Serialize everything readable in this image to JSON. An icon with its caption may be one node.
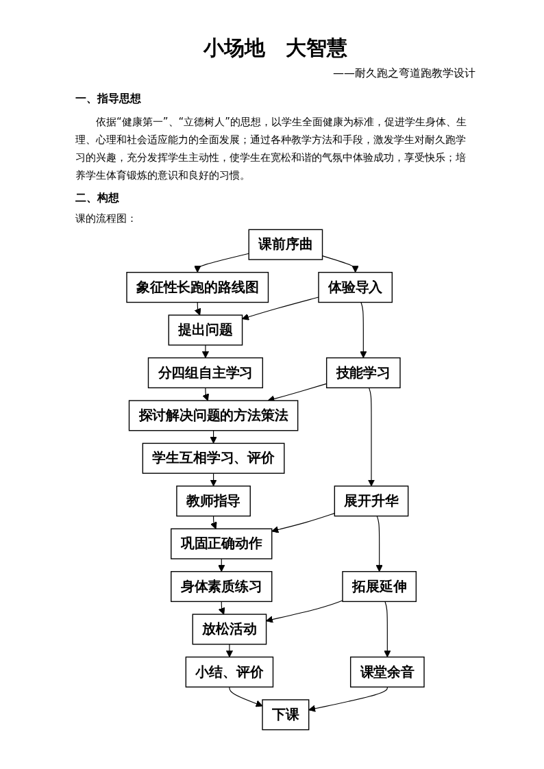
{
  "diagram": {
    "title": "小场地　大智慧",
    "nodes": [
      {
        "text": [
          "课前序曲"
        ]
      },
      {
        "text": [
          "象征性长跑的路线图"
        ]
      },
      {
        "text": [
          "体验导入"
        ]
      },
      {
        "text": [
          "提出问题"
        ]
      },
      {
        "text": [
          "分四组自主学习"
        ]
      },
      {
        "text": [
          "技能学习"
        ]
      },
      {
        "text": [
          "探讨解决问题的方法策法"
        ]
      },
      {
        "text": [
          "学生互相学习、评价"
        ]
      },
      {
        "text": [
          "教师指导"
        ]
      },
      {
        "text": [
          "展开升华"
        ]
      },
      {
        "text": [
          "巩固正确动作"
        ]
      },
      {
        "text": [
          "身体素质练习"
        ]
      },
      {
        "text": [
          "拓展延伸"
        ]
      },
      {
        "text": [
          "放松活动"
        ]
      },
      {
        "text": [
          "小结、评价"
        ]
      },
      {
        "text": [
          "课堂余音"
        ]
      },
      {
        "text": [
          "下课"
        ]
      }
    ],
    "edges": [
      {
        "from": 0,
        "to": 1,
        "arrow": "to"
      },
      {
        "from": 0,
        "to": 2,
        "arrow": "to"
      },
      {
        "from": 1,
        "to": 3,
        "arrow": "to"
      },
      {
        "from": 2,
        "to": 3,
        "arrow": "to"
      },
      {
        "from": 3,
        "to": 4,
        "arrow": "to"
      },
      {
        "from": 2,
        "to": 5,
        "arrow": "to"
      },
      {
        "from": 4,
        "to": 6,
        "arrow": "to"
      },
      {
        "from": 5,
        "to": 6,
        "arrow": "to"
      },
      {
        "from": 6,
        "to": 7,
        "arrow": "to"
      },
      {
        "from": 7,
        "to": 8,
        "arrow": "to"
      },
      {
        "from": 8,
        "to": 10,
        "arrow": "to"
      },
      {
        "from": 5,
        "to": 9,
        "arrow": "to"
      },
      {
        "from": 9,
        "to": 10,
        "arrow": "to"
      },
      {
        "from": 10,
        "to": 11,
        "arrow": "to"
      },
      {
        "from": 9,
        "to": 12,
        "arrow": "to"
      },
      {
        "from": 11,
        "to": 13,
        "arrow": "to"
      },
      {
        "from": 12,
        "to": 13,
        "arrow": "to"
      },
      {
        "from": 13,
        "to": 14,
        "arrow": "to"
      },
      {
        "from": 12,
        "to": 15,
        "arrow": "to"
      },
      {
        "from": 14,
        "to": 16,
        "arrow": "to"
      },
      {
        "from": 15,
        "to": 16,
        "arrow": "to"
      }
    ],
    "labels": [
      "——耐久跑之弯道跑教学设计",
      "一、指导思想",
      "依据“健康第一”、“立德树人”的思想，以学生全面健康为标准，促进学生身体、生理、心理和社会适应能力的全面发展；通过各种教学方法和手段，激发学生对耐久跑学习的兴趣，充分发挥学生主动性，使学生在宽松和谐的气氛中体验成功，享受快乐；培养学生体育锻炼的意识和良好的习惯。",
      "二、构想",
      "课的流程图："
    ]
  }
}
